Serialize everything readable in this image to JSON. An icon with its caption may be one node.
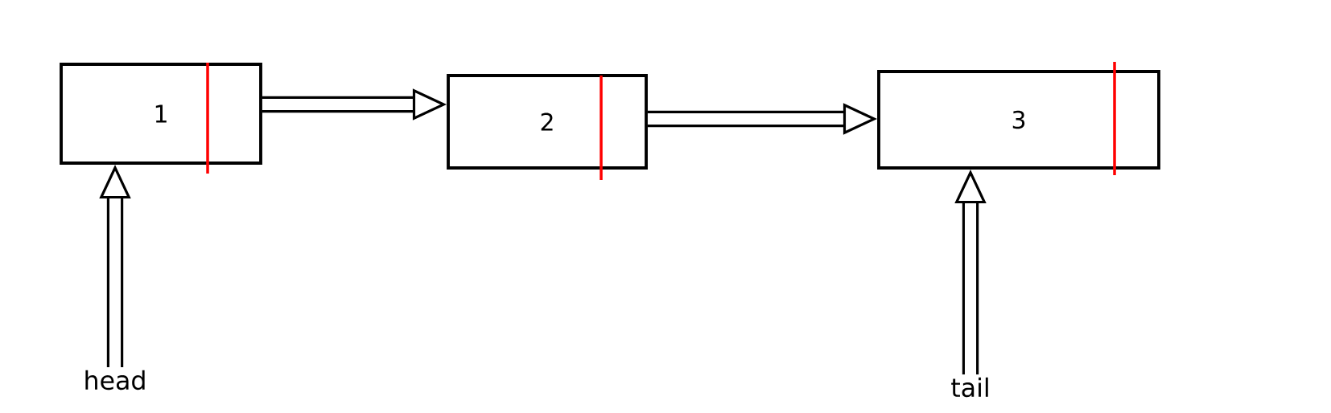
{
  "diagram": {
    "nodes": [
      {
        "text": [
          "1"
        ]
      },
      {
        "text": [
          "2"
        ]
      },
      {
        "text": [
          "3"
        ]
      },
      {
        "text": [
          "head"
        ]
      },
      {
        "text": [
          "tail"
        ]
      }
    ],
    "edges": [
      {
        "from": 0,
        "to": 1,
        "arrow": "to"
      },
      {
        "from": 1,
        "to": 2,
        "arrow": "to"
      },
      {
        "from": 3,
        "to": 0,
        "arrow": "to"
      },
      {
        "from": 4,
        "to": 2,
        "arrow": "to"
      }
    ]
  }
}
